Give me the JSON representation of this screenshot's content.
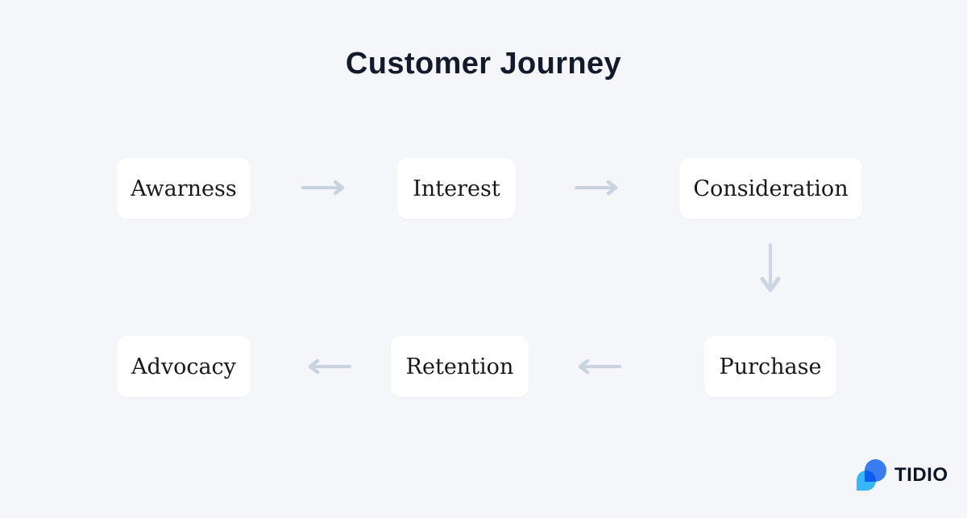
{
  "title": "Customer Journey",
  "diagram": {
    "type": "flowchart",
    "row1": [
      {
        "label": "Awarness"
      },
      {
        "label": "Interest"
      },
      {
        "label": "Consideration"
      }
    ],
    "row2": [
      {
        "label": "Purchase"
      },
      {
        "label": "Retention"
      },
      {
        "label": "Advocacy"
      }
    ],
    "flow_order": [
      "Awarness",
      "Interest",
      "Consideration",
      "Purchase",
      "Retention",
      "Advocacy"
    ],
    "arrow_directions": [
      "right",
      "right",
      "down",
      "left",
      "left"
    ]
  },
  "brand": {
    "name": "TIDIO",
    "logo_icon": "tidio-chat-bubbles-icon"
  },
  "colors": {
    "background": "#f4f6f9",
    "card": "#ffffff",
    "title_text": "#121a2b",
    "card_text": "#17181a",
    "arrow": "#c9d3e0",
    "brand_blue": "#3a82f6",
    "brand_light_blue": "#35b7f9",
    "brand_text": "#0e1626"
  }
}
